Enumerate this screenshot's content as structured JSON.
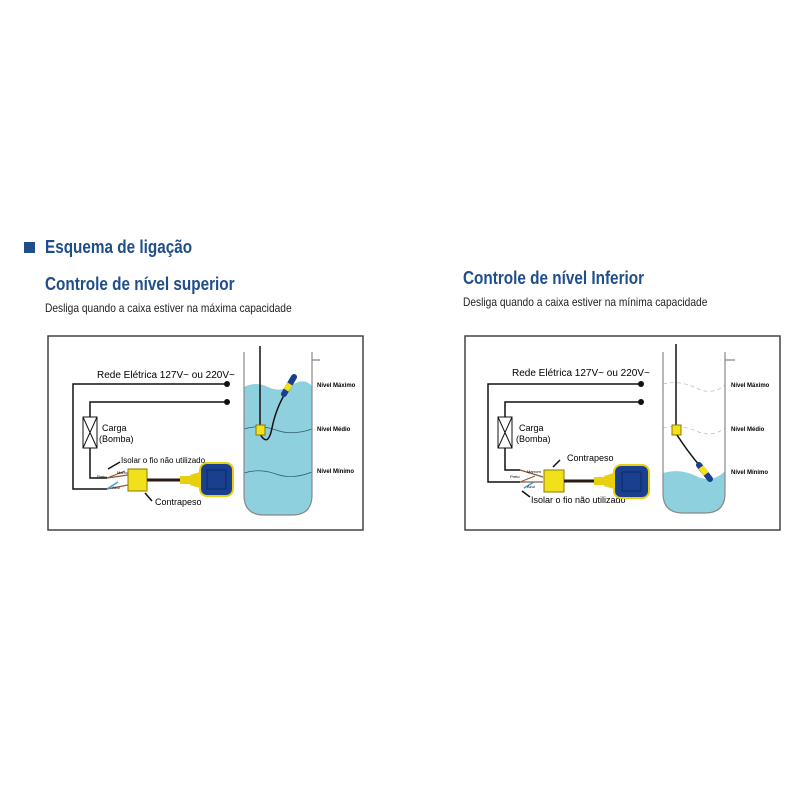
{
  "section_title": "Esquema de ligação",
  "colors": {
    "accent": "#1f4e8a",
    "water": "#8fd0df",
    "float": "#1b3f8f",
    "weight": "#f2e01a"
  },
  "diagrams": [
    {
      "title": "Controle de nível superior",
      "description": "Desliga quando a caixa estiver na máxima capacidade",
      "network": "Rede Elétrica 127V~ ou 220V~",
      "load": "Carga",
      "load_sub": "(Bomba)",
      "isolate": "Isolar o fio não utilizado",
      "counterweight": "Contrapeso",
      "wire_brown": "Marrom",
      "wire_black": "Preto",
      "wire_blue": "Azul",
      "level_max": "Nível Máximo",
      "level_mid": "Nível Médio",
      "level_min": "Nível Mínimo"
    },
    {
      "title": "Controle de nível Inferior",
      "description": "Desliga quando a caixa estiver na mínima capacidade",
      "network": "Rede Elétrica 127V~ ou 220V~",
      "load": "Carga",
      "load_sub": "(Bomba)",
      "isolate": "Isolar o fio não utilizado",
      "counterweight": "Contrapeso",
      "wire_brown": "Marrom",
      "wire_black": "Preto",
      "wire_blue": "Azul",
      "level_max": "Nível Máximo",
      "level_mid": "Nível Médio",
      "level_min": "Nível Mínimo"
    }
  ]
}
